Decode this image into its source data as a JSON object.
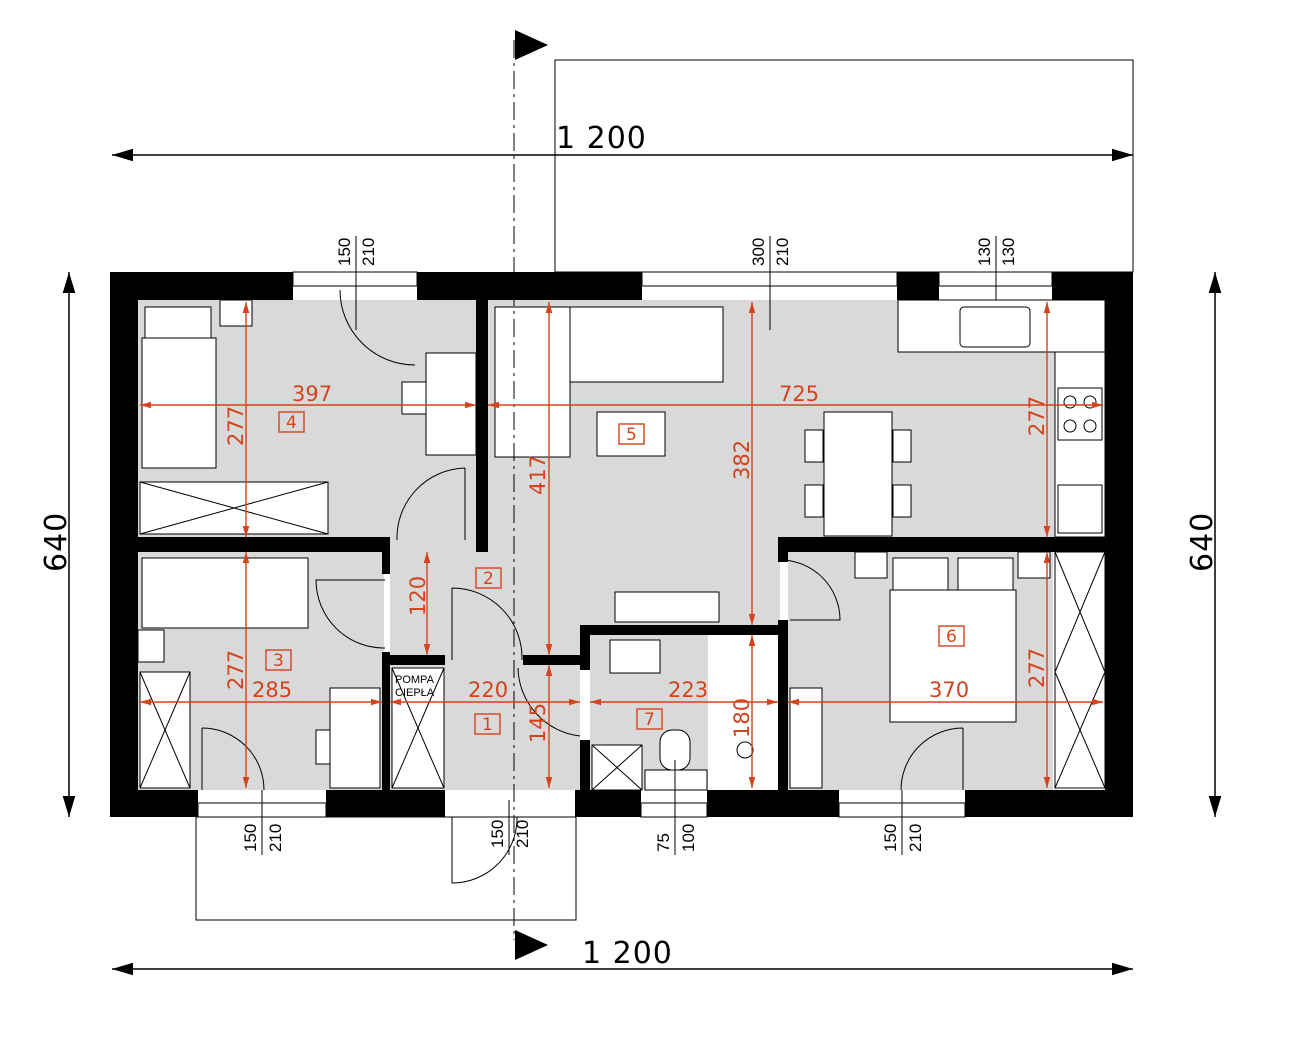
{
  "overall": {
    "width_top": "1 200",
    "width_bottom": "1 200",
    "depth_left": "640",
    "depth_right": "640"
  },
  "windows": [
    {
      "id": "w-room4",
      "width": "150",
      "height": "210"
    },
    {
      "id": "w-living",
      "width": "300",
      "height": "210"
    },
    {
      "id": "w-kitchen",
      "width": "130",
      "height": "130"
    },
    {
      "id": "w-room3",
      "width": "150",
      "height": "210"
    },
    {
      "id": "entrance-door",
      "width": "150",
      "height": "210"
    },
    {
      "id": "w-bath",
      "width": "75",
      "height": "100"
    },
    {
      "id": "w-room6",
      "width": "150",
      "height": "210"
    }
  ],
  "dimensions": {
    "room4_width": "397",
    "living_width": "725",
    "room4_depth": "277",
    "living_depth": "417",
    "living_depth2": "382",
    "kitchen_depth": "277",
    "hall2_depth": "120",
    "room3_depth": "277",
    "room3_width": "285",
    "hall1_width": "220",
    "hall1_depth": "145",
    "bath_width": "223",
    "bath_depth": "180",
    "room6_width": "370",
    "room6_depth": "277"
  },
  "rooms": [
    "1",
    "2",
    "3",
    "4",
    "5",
    "6",
    "7"
  ],
  "labels": {
    "heat_pump_line1": "POMPA",
    "heat_pump_line2": "CIEPŁA"
  },
  "colors": {
    "dimension": "#d4431c",
    "floor": "#d9d9d9",
    "wall": "#000000"
  }
}
